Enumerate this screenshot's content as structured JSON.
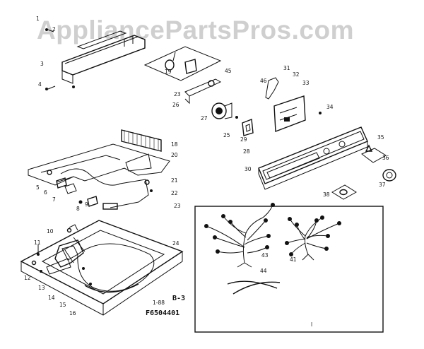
{
  "watermark": {
    "text": "AppliancePartsPros.com"
  },
  "diagram": {
    "section_label": "B-3",
    "small_mark": "1-88",
    "part_code": "F6504401",
    "corner_mark": "l"
  },
  "callouts": {
    "c1": "1",
    "c2": "2",
    "c3": "3",
    "c4": "4",
    "c5": "5",
    "c6": "6",
    "c7": "7",
    "c8": "8",
    "c9": "9",
    "c10": "10",
    "c11": "11",
    "c12": "12",
    "c13": "13",
    "c14": "14",
    "c15": "15",
    "c16": "16",
    "c18": "18",
    "c19": "19",
    "c20": "20",
    "c21": "21",
    "c22": "22",
    "c23": "23",
    "c23b": "23",
    "c24": "24",
    "c25": "25",
    "c26": "26",
    "c27": "27",
    "c28": "28",
    "c29": "29",
    "c30": "30",
    "c31": "31",
    "c32": "32",
    "c33": "33",
    "c34": "34",
    "c35": "35",
    "c36": "36",
    "c37": "37",
    "c38": "38",
    "c41": "41",
    "c43": "43",
    "c44": "44",
    "c45": "45",
    "c46": "46"
  }
}
